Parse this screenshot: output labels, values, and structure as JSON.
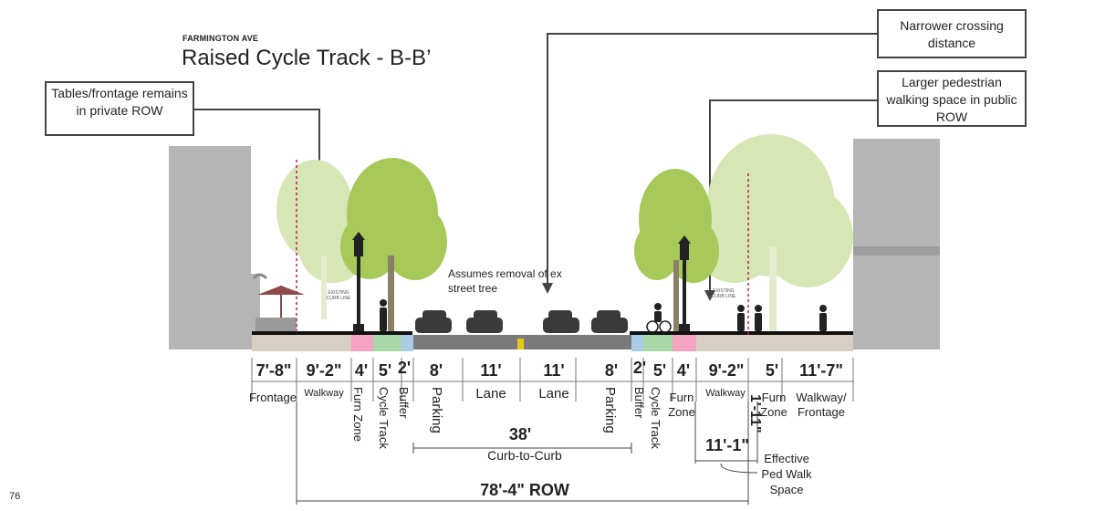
{
  "header": {
    "street": "FARMINGTON AVE",
    "title": "Raised Cycle Track - B-B’"
  },
  "callouts": {
    "frontage": "Tables/frontage remains in private ROW",
    "crossing": "Narrower crossing distance",
    "walking": "Larger pedestrian walking space in public ROW"
  },
  "notes": {
    "tree_removal": "Assumes removal of ex street tree",
    "curb_left": "EXISTING CURB LINE",
    "curb_right": "EXISTING CURB LINE"
  },
  "segments": [
    {
      "dim": "7'-8\"",
      "label": "Frontage",
      "color": "#d8cfc3"
    },
    {
      "dim": "9'-2\"",
      "label": "Walkway",
      "color": "#d8cfc3"
    },
    {
      "dim": "4'",
      "label": "Furn Zone",
      "color": "#f4a3c2"
    },
    {
      "dim": "5'",
      "label": "Cycle Track",
      "color": "#a8d8a8"
    },
    {
      "dim": "2'",
      "label": "Buffer",
      "color": "#a9cbe6"
    },
    {
      "dim": "8'",
      "label": "Parking",
      "color": "#7a7a7a"
    },
    {
      "dim": "11'",
      "label": "Lane",
      "color": "#7a7a7a"
    },
    {
      "dim": "11'",
      "label": "Lane",
      "color": "#7a7a7a"
    },
    {
      "dim": "8'",
      "label": "Parking",
      "color": "#7a7a7a"
    },
    {
      "dim": "2'",
      "label": "Buffer",
      "color": "#a9cbe6"
    },
    {
      "dim": "5'",
      "label": "Cycle Track",
      "color": "#a8d8a8"
    },
    {
      "dim": "4'",
      "label": "Furn Zone",
      "color": "#f4a3c2"
    },
    {
      "dim": "9'-2\"",
      "label": "Walkway",
      "color": "#d8cfc3"
    },
    {
      "dim": "5'",
      "label": "Furn Zone",
      "color": "#d8cfc3"
    },
    {
      "dim": "11'-7\"",
      "label": "Walkway/ Frontage",
      "color": "#d8cfc3"
    }
  ],
  "extra_dims": {
    "vertical": "1'-11\"",
    "ped_width": "11'-1\"",
    "ped_label": "Effective Ped Walk Space",
    "curb_width": "38'",
    "curb_label": "Curb-to-Curb",
    "row": "78'-4\" ROW"
  },
  "page_number": "76",
  "colors": {
    "building": "#b5b5b5",
    "tree": "#a6c95a",
    "tree_faded": "#d6e6b4",
    "road": "#7a7a7a",
    "row_line": "#c2185b"
  }
}
